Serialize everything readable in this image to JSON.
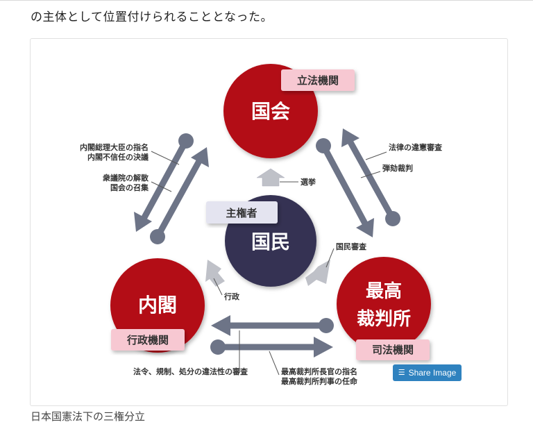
{
  "article": {
    "intro_text": "の主体として位置付けられることとなった。",
    "caption": "日本国憲法下の三権分立"
  },
  "share": {
    "label": "Share Image",
    "icon": "layers-icon"
  },
  "diagram": {
    "nodes": {
      "diet": {
        "title": "国会",
        "tag": "立法機関"
      },
      "cabinet": {
        "title": "内閣",
        "tag": "行政機関"
      },
      "court": {
        "title_line1": "最高",
        "title_line2": "裁判所",
        "tag": "司法機関"
      },
      "people": {
        "title": "国民",
        "tag": "主権者"
      }
    },
    "edges": {
      "diet_to_cabinet_line1": "内閣総理大臣の指名",
      "diet_to_cabinet_line2": "内閣不信任の決議",
      "cabinet_to_diet_line1": "衆議院の解散",
      "cabinet_to_diet_line2": "国会の召集",
      "diet_court_line1": "法律の違憲審査",
      "diet_court_line2": "弾劾裁判",
      "people_to_diet": "選挙",
      "people_to_court": "国民審査",
      "people_to_cabinet": "行政",
      "court_to_cabinet": "法令、規制、処分の違法性の審査",
      "cabinet_to_court_line1": "最高裁判所長官の指名",
      "cabinet_to_court_line2": "最高裁判所判事の任命"
    },
    "colors": {
      "branch_red": "#b30a14",
      "people_navy": "#343252",
      "arrow_gray": "#6d7487",
      "tag_pink": "#f7c8d2",
      "tag_lavender": "#e4e4f0"
    }
  }
}
